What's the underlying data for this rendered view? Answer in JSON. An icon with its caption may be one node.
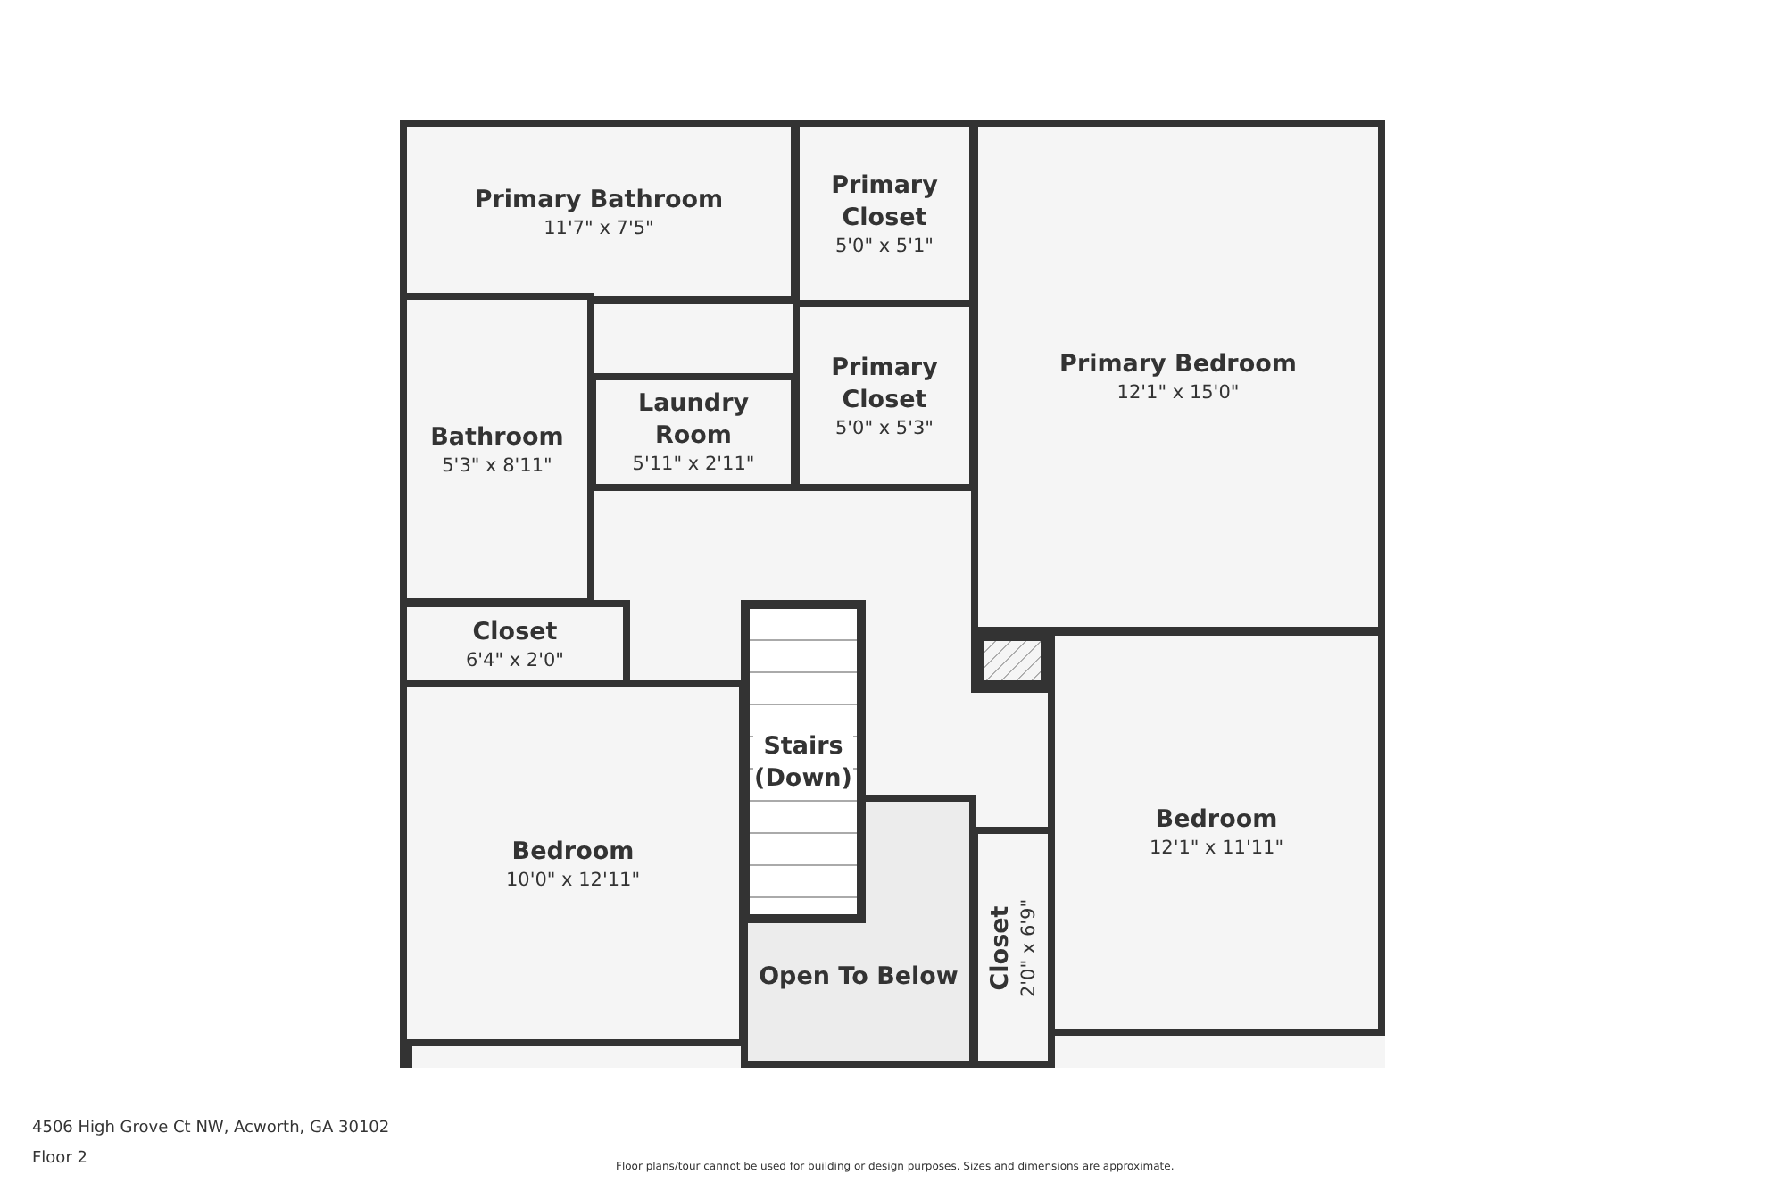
{
  "diagram": {
    "nodes": [
      {
        "text": [
          "Primary Bathroom",
          "11'7\" x 7'5\""
        ]
      },
      {
        "text": [
          "Primary Closet",
          "5'0\" x 5'1\""
        ]
      },
      {
        "text": [
          "Primary Bedroom",
          "12'1\" x 15'0\""
        ]
      },
      {
        "text": [
          "Primary Closet",
          "5'0\" x 5'3\""
        ]
      },
      {
        "text": [
          "Bathroom",
          "5'3\" x 8'11\""
        ]
      },
      {
        "text": [
          "Laundry Room",
          "5'11\" x 2'11\""
        ]
      },
      {
        "text": [
          "Closet",
          "6'4\" x 2'0\""
        ]
      },
      {
        "text": [
          "Stairs (Down)"
        ]
      },
      {
        "text": [
          "Bedroom",
          "12'1\" x 11'11\""
        ]
      },
      {
        "text": [
          "Bedroom",
          "10'0\" x 12'11\""
        ]
      },
      {
        "text": [
          "Closet",
          "2'0\" x 6'9\""
        ]
      },
      {
        "text": [
          "Open To Below"
        ]
      }
    ],
    "labels": [
      "4506 High Grove Ct NW, Acworth, GA 30102",
      "Floor 2",
      "Floor plans/tour cannot be used for building or design purposes. Sizes and dimensions are approximate."
    ]
  }
}
